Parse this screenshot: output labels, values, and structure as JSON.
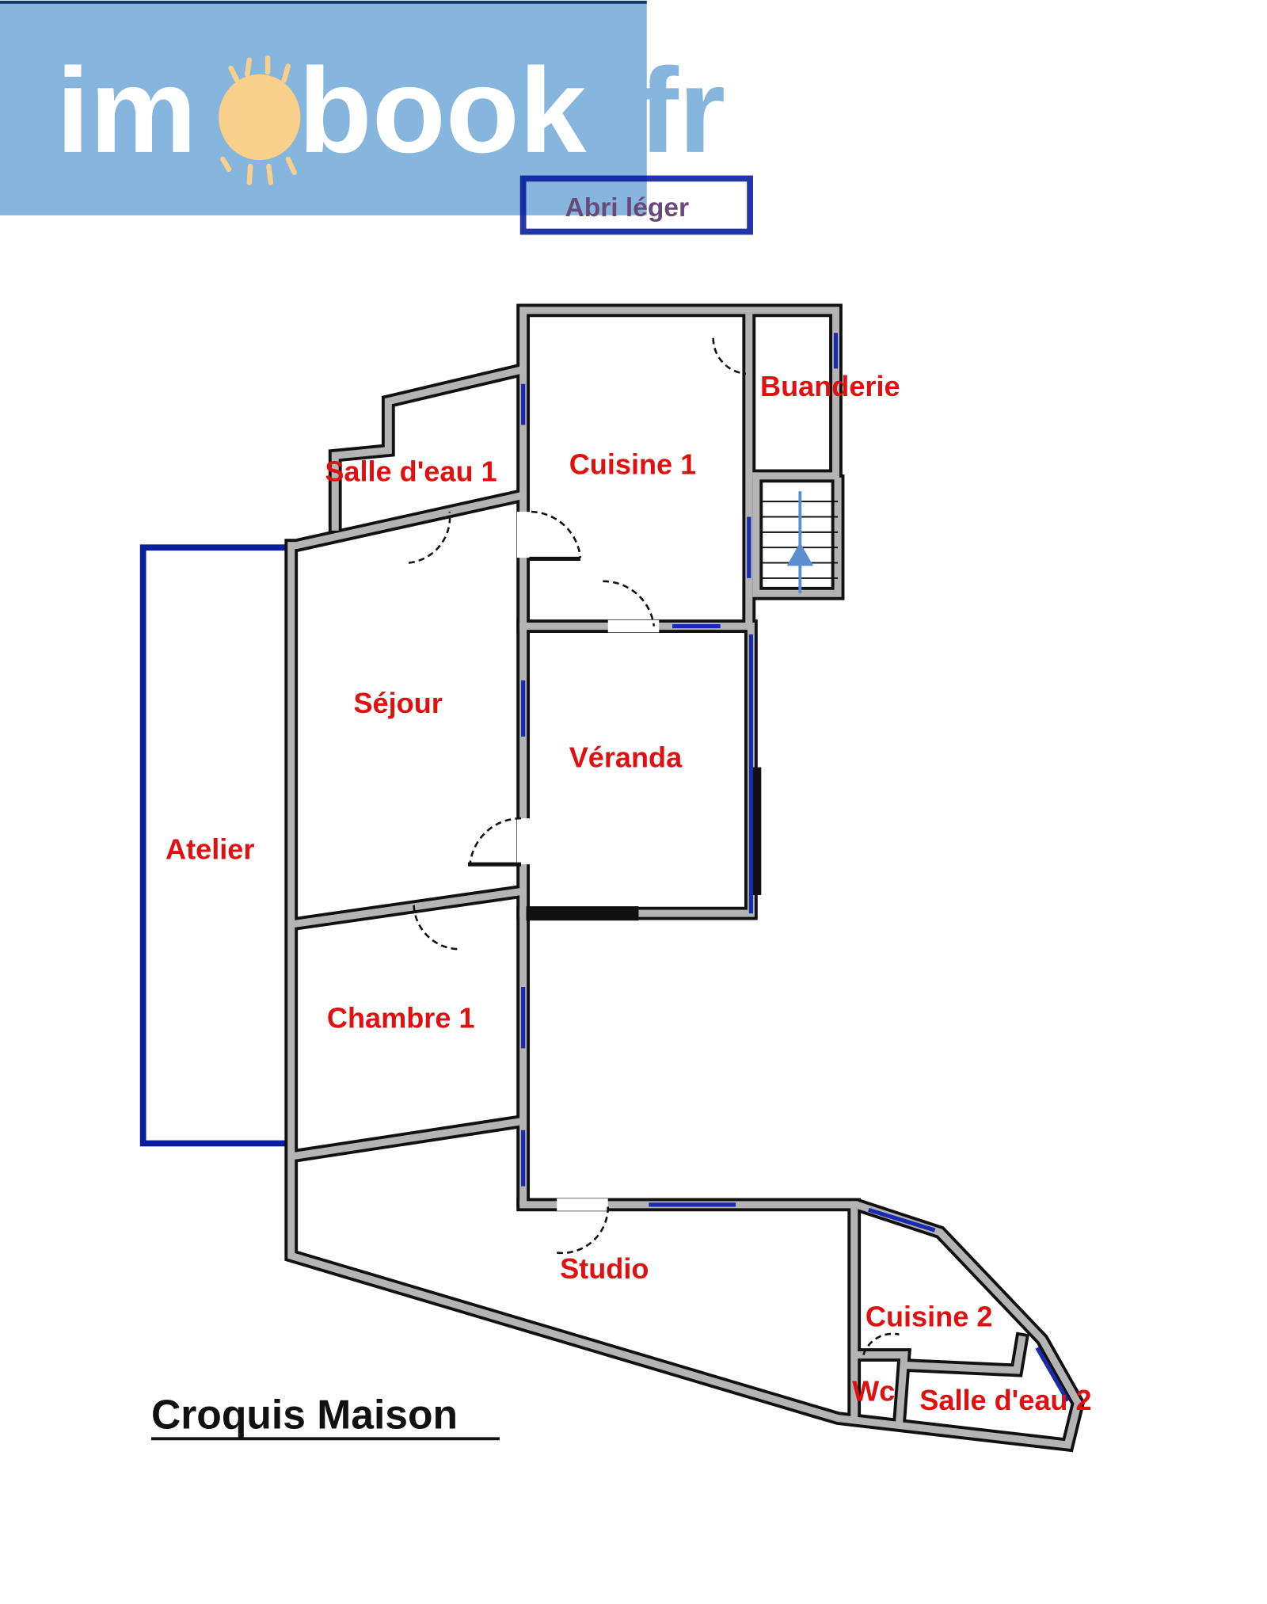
{
  "logo": {
    "text_main": "im",
    "text_book": "book",
    "text_tld": ".fr",
    "banner_color": "#86b6de",
    "sun_color": "#f8d08a"
  },
  "abri": {
    "label": "Abri léger"
  },
  "rooms": {
    "buanderie": "Buanderie",
    "salle_eau_1": "Salle d'eau 1",
    "cuisine_1": "Cuisine 1",
    "sejour": "Séjour",
    "veranda": "Véranda",
    "atelier": "Atelier",
    "chambre_1": "Chambre 1",
    "studio": "Studio",
    "cuisine_2": "Cuisine 2",
    "wc": "Wc",
    "salle_eau_2": "Salle d'eau 2"
  },
  "title": "Croquis Maison",
  "colors": {
    "label": "#e01010",
    "wall": "#b4b4b4",
    "window": "#1a2bb0",
    "atelier": "#0a1fa0"
  }
}
